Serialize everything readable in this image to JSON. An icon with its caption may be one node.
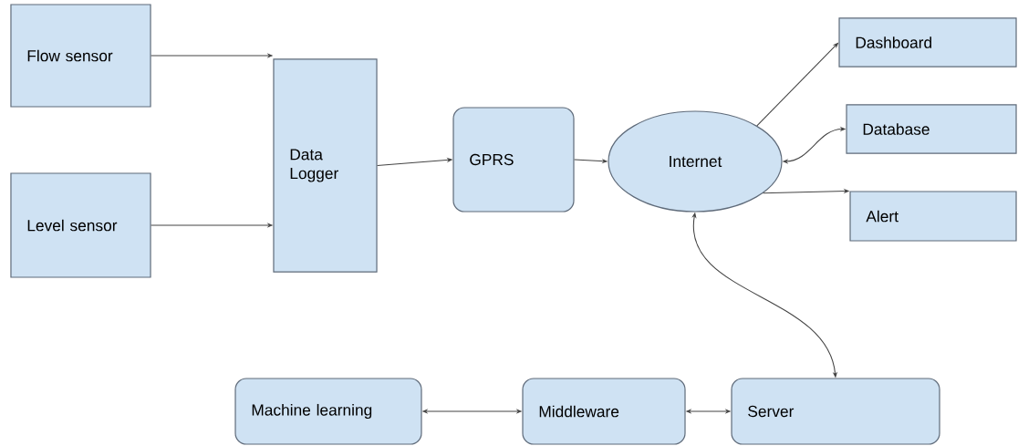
{
  "diagram": {
    "nodes": [
      {
        "text": [
          "Flow sensor"
        ]
      },
      {
        "text": [
          "Level sensor"
        ]
      },
      {
        "text": [
          "Data Logger"
        ]
      },
      {
        "text": [
          "GPRS"
        ]
      },
      {
        "text": [
          "Internet"
        ]
      },
      {
        "text": [
          "Dashboard"
        ]
      },
      {
        "text": [
          "Database"
        ]
      },
      {
        "text": [
          "Alert"
        ]
      },
      {
        "text": [
          "Machine learning"
        ]
      },
      {
        "text": [
          "Middleware"
        ]
      },
      {
        "text": [
          "Server"
        ]
      }
    ],
    "edges": [
      {
        "from": 0,
        "to": 2,
        "arrow": "to"
      },
      {
        "from": 1,
        "to": 2,
        "arrow": "to"
      },
      {
        "from": 2,
        "to": 3,
        "arrow": "to"
      },
      {
        "from": 3,
        "to": 4,
        "arrow": "to"
      },
      {
        "from": 4,
        "to": 5,
        "arrow": "to"
      },
      {
        "from": 4,
        "to": 6,
        "arrow": "both"
      },
      {
        "from": 4,
        "to": 7,
        "arrow": "to"
      },
      {
        "from": 4,
        "to": 10,
        "arrow": "both"
      },
      {
        "from": 10,
        "to": 9,
        "arrow": "both"
      },
      {
        "from": 9,
        "to": 8,
        "arrow": "both"
      }
    ]
  }
}
